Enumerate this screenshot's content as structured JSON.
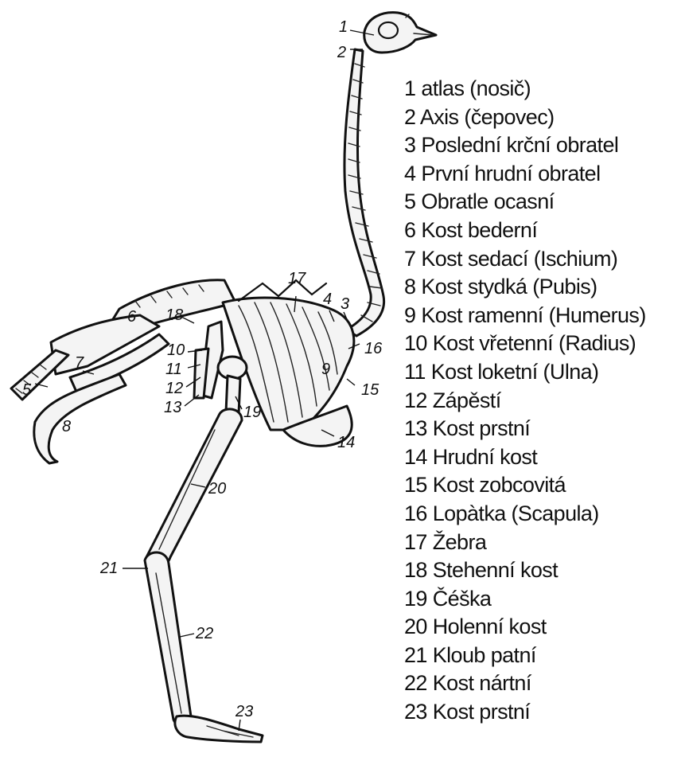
{
  "legend": [
    {
      "num": "1",
      "text": "atlas (nosič)"
    },
    {
      "num": "2",
      "text": "Axis (čepovec)"
    },
    {
      "num": "3",
      "text": "Poslední krční obratel"
    },
    {
      "num": "4",
      "text": "První hrudní obratel"
    },
    {
      "num": "5",
      "text": "Obratle ocasní"
    },
    {
      "num": "6",
      "text": "Kost bederní"
    },
    {
      "num": "7",
      "text": "Kost sedací (Ischium)"
    },
    {
      "num": "8",
      "text": "Kost stydká (Pubis)"
    },
    {
      "num": "9",
      "text": "Kost ramenní (Humerus)"
    },
    {
      "num": "10",
      "text": "Kost vřetenní (Radius)"
    },
    {
      "num": "11",
      "text": "Kost loketní (Ulna)"
    },
    {
      "num": "12",
      "text": "Zápěstí"
    },
    {
      "num": "13",
      "text": "Kost prstní"
    },
    {
      "num": "14",
      "text": "Hrudní kost"
    },
    {
      "num": "15",
      "text": "Kost zobcovitá"
    },
    {
      "num": "16",
      "text": "Lopàtka (Scapula)"
    },
    {
      "num": "17",
      "text": "Žebra"
    },
    {
      "num": "18",
      "text": "Stehenní kost"
    },
    {
      "num": "19",
      "text": "Čéška"
    },
    {
      "num": "20",
      "text": "Holenní kost"
    },
    {
      "num": "21",
      "text": "Kloub patní"
    },
    {
      "num": "22",
      "text": "Kost nártní"
    },
    {
      "num": "23",
      "text": "Kost prstní"
    }
  ],
  "callouts": [
    "1",
    "2",
    "3",
    "4",
    "5",
    "6",
    "7",
    "8",
    "9",
    "10",
    "11",
    "12",
    "13",
    "14",
    "15",
    "16",
    "17",
    "18",
    "19",
    "20",
    "21",
    "22",
    "23"
  ]
}
